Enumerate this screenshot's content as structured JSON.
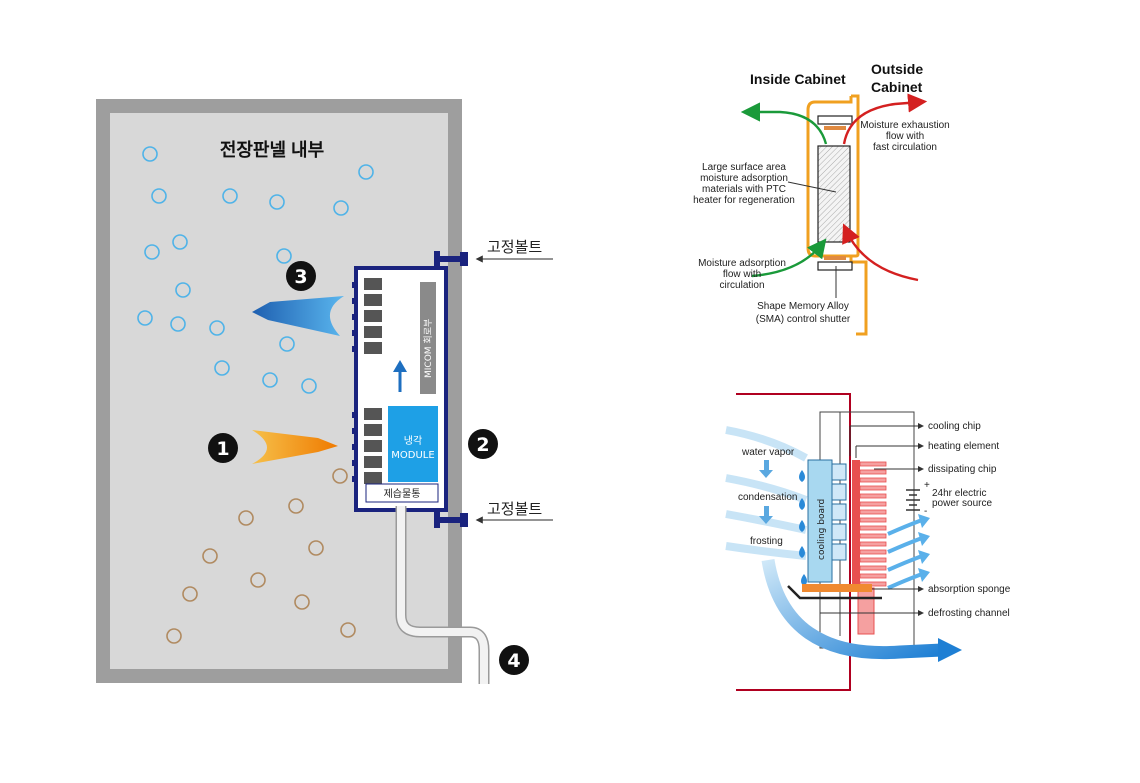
{
  "left_diagram": {
    "title": "전장판넬 내부",
    "module_label_top": "MICOM 회로부",
    "cooling_module": [
      "냉각",
      "MODULE"
    ],
    "drain_label": "제습물통",
    "bolt_top": "고정볼트",
    "bolt_bottom": "고정볼트",
    "markers": [
      "1",
      "2",
      "3",
      "4"
    ],
    "colors": {
      "cabinet": "#9e9e9e",
      "interior": "#d8d8d8",
      "frame": "#1a237e",
      "module": "#1ea0e6",
      "in_arrow": "#f08a00",
      "out_arrow": "#1e6fc0",
      "bubble_dry": "#4fb3e8",
      "bubble_wet": "#b08a60"
    }
  },
  "top_right_diagram": {
    "inside_label": "Inside Cabinet",
    "outside_label": [
      "Outside",
      "Cabinet"
    ],
    "exhaust_label": [
      "Moisture exhaustion",
      "flow with",
      "fast circulation"
    ],
    "material_label": [
      "Large surface area",
      "moisture adsorption",
      "materials with PTC",
      "heater for regeneration"
    ],
    "adsorption_label": [
      "Moisture adsorption",
      "flow with",
      "circulation"
    ],
    "sma_label": [
      "Shape Memory Alloy",
      "(SMA) control shutter"
    ],
    "colors": {
      "frame": "#f0a020",
      "green": "#1a9a3a",
      "red": "#d42020"
    }
  },
  "bottom_right_diagram": {
    "left_labels": [
      "water vapor",
      "condensation",
      "frosting"
    ],
    "board_label": "cooling board",
    "right_labels": [
      "cooling chip",
      "heating element",
      "dissipating chip",
      "absorption sponge",
      "defrosting channel"
    ],
    "power_label": [
      "24hr electric",
      "power source"
    ],
    "plus_sign": "+",
    "minus_sign": "-",
    "colors": {
      "wall": "#b00020",
      "board": "#a8d8f0",
      "heat": "#e85050",
      "sponge": "#f08a30",
      "flow": "#2a8ad8"
    }
  }
}
